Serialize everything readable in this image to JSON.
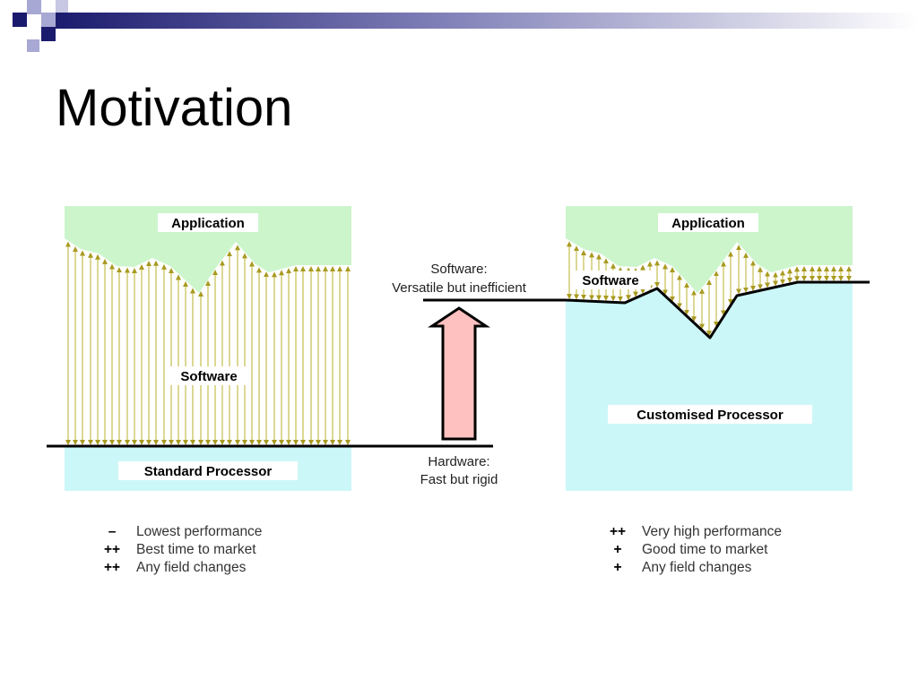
{
  "slide": {
    "title": "Motivation"
  },
  "colors": {
    "application_fill": "#ccf5cc",
    "processor_fill": "#ccf7f9",
    "arrow_line": "#c8c25a",
    "arrow_head": "#a89a20",
    "up_arrow_fill": "#ffc0c0",
    "accent_dark": "#1b1b6e",
    "accent_light": "#a8a8d4"
  },
  "diagram": {
    "left": {
      "application_label": "Application",
      "software_label": "Software",
      "processor_label": "Standard Processor"
    },
    "middle": {
      "software_caption_line1": "Software:",
      "software_caption_line2": "Versatile but inefficient",
      "hardware_caption_line1": "Hardware:",
      "hardware_caption_line2": "Fast but rigid"
    },
    "right": {
      "application_label": "Application",
      "software_label": "Software",
      "processor_label": "Customised Processor"
    }
  },
  "pros_cons": {
    "left": [
      {
        "symbol": "–",
        "text": "Lowest performance"
      },
      {
        "symbol": "++",
        "text": "Best time to market"
      },
      {
        "symbol": "++",
        "text": "Any field changes"
      }
    ],
    "right": [
      {
        "symbol": "++",
        "text": "Very high performance"
      },
      {
        "symbol": "+",
        "text": "Good time to market"
      },
      {
        "symbol": "+",
        "text": "Any field changes"
      }
    ]
  }
}
